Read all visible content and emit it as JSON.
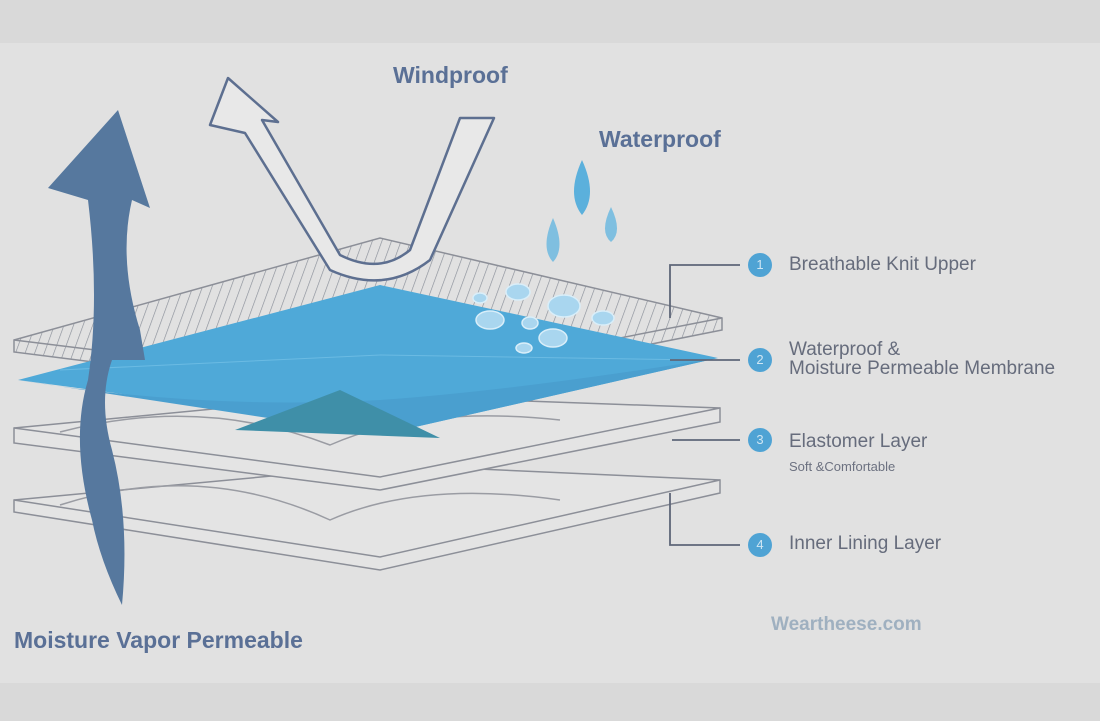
{
  "title_windproof": "Windproof",
  "title_waterproof": "Waterproof",
  "title_moisture": "Moisture Vapor Permeable",
  "layers": [
    {
      "num": "1",
      "label": "Breathable Knit Upper"
    },
    {
      "num": "2",
      "label_line1": "Waterproof &",
      "label_line2": "Moisture Permeable Membrane"
    },
    {
      "num": "3",
      "label": "Elastomer Layer",
      "sub": "Soft &Comfortable"
    },
    {
      "num": "4",
      "label": "Inner Lining Layer"
    }
  ],
  "watermark": "Weartheese.com",
  "colors": {
    "membrane": "#4fa9d8",
    "arrow": "#56789e",
    "text": "#5a7096"
  }
}
